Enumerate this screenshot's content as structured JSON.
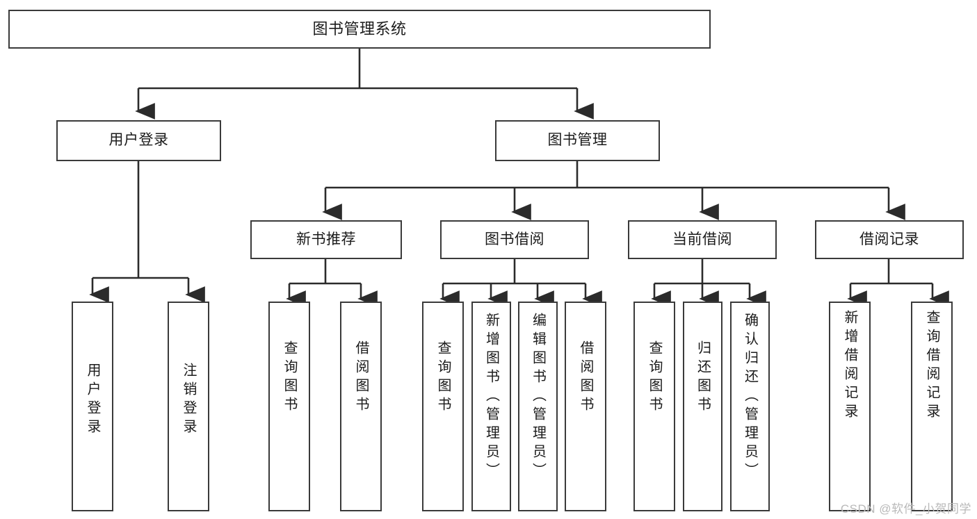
{
  "diagram": {
    "type": "tree",
    "title": "图书管理系统",
    "watermark": "CSDN @软件_小贺同学",
    "root": {
      "label": "图书管理系统"
    },
    "level2": [
      {
        "label": "用户登录"
      },
      {
        "label": "图书管理"
      }
    ],
    "level3": [
      {
        "label": "新书推荐"
      },
      {
        "label": "图书借阅"
      },
      {
        "label": "当前借阅"
      },
      {
        "label": "借阅记录"
      }
    ],
    "leaves": {
      "user_login": [
        {
          "label": "用户登录"
        },
        {
          "label": "注销登录"
        }
      ],
      "new_book_recommend": [
        {
          "label": "查询图书"
        },
        {
          "label": "借阅图书"
        }
      ],
      "book_borrow": [
        {
          "label": "查询图书"
        },
        {
          "label": "新增图书（管理员）"
        },
        {
          "label": "编辑图书（管理员）"
        },
        {
          "label": "借阅图书"
        }
      ],
      "current_borrow": [
        {
          "label": "查询图书"
        },
        {
          "label": "归还图书"
        },
        {
          "label": "确认归还（管理员）"
        }
      ],
      "borrow_record": [
        {
          "label": "新增借阅记录"
        },
        {
          "label": "查询借阅记录"
        }
      ]
    },
    "colors": {
      "stroke": "#3a3a3a",
      "text": "#1b1b1b",
      "background": "#ffffff",
      "watermark": "#b9b9b9"
    }
  }
}
